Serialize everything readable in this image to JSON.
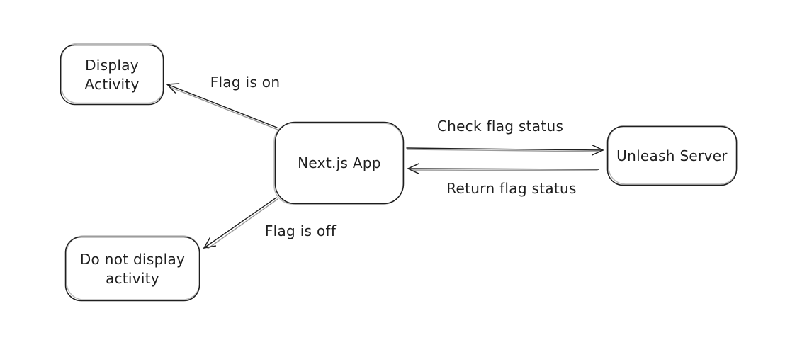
{
  "diagram": {
    "colors": {
      "stroke": "#1e1e1e",
      "background": "#ffffff"
    },
    "nodes": [
      {
        "id": "display-activity",
        "lines": [
          "Display",
          "Activity"
        ]
      },
      {
        "id": "nextjs-app",
        "lines": [
          "Next.js App"
        ]
      },
      {
        "id": "unleash-server",
        "lines": [
          "Unleash Server"
        ]
      },
      {
        "id": "do-not-display-activity",
        "lines": [
          "Do not display",
          "activity"
        ]
      }
    ],
    "edges": [
      {
        "id": "flag-is-on",
        "label": "Flag is on",
        "from": "nextjs-app",
        "to": "display-activity"
      },
      {
        "id": "check-flag-status",
        "label": "Check flag status",
        "from": "nextjs-app",
        "to": "unleash-server"
      },
      {
        "id": "return-flag-status",
        "label": "Return flag status",
        "from": "unleash-server",
        "to": "nextjs-app"
      },
      {
        "id": "flag-is-off",
        "label": "Flag is off",
        "from": "nextjs-app",
        "to": "do-not-display-activity"
      }
    ]
  }
}
